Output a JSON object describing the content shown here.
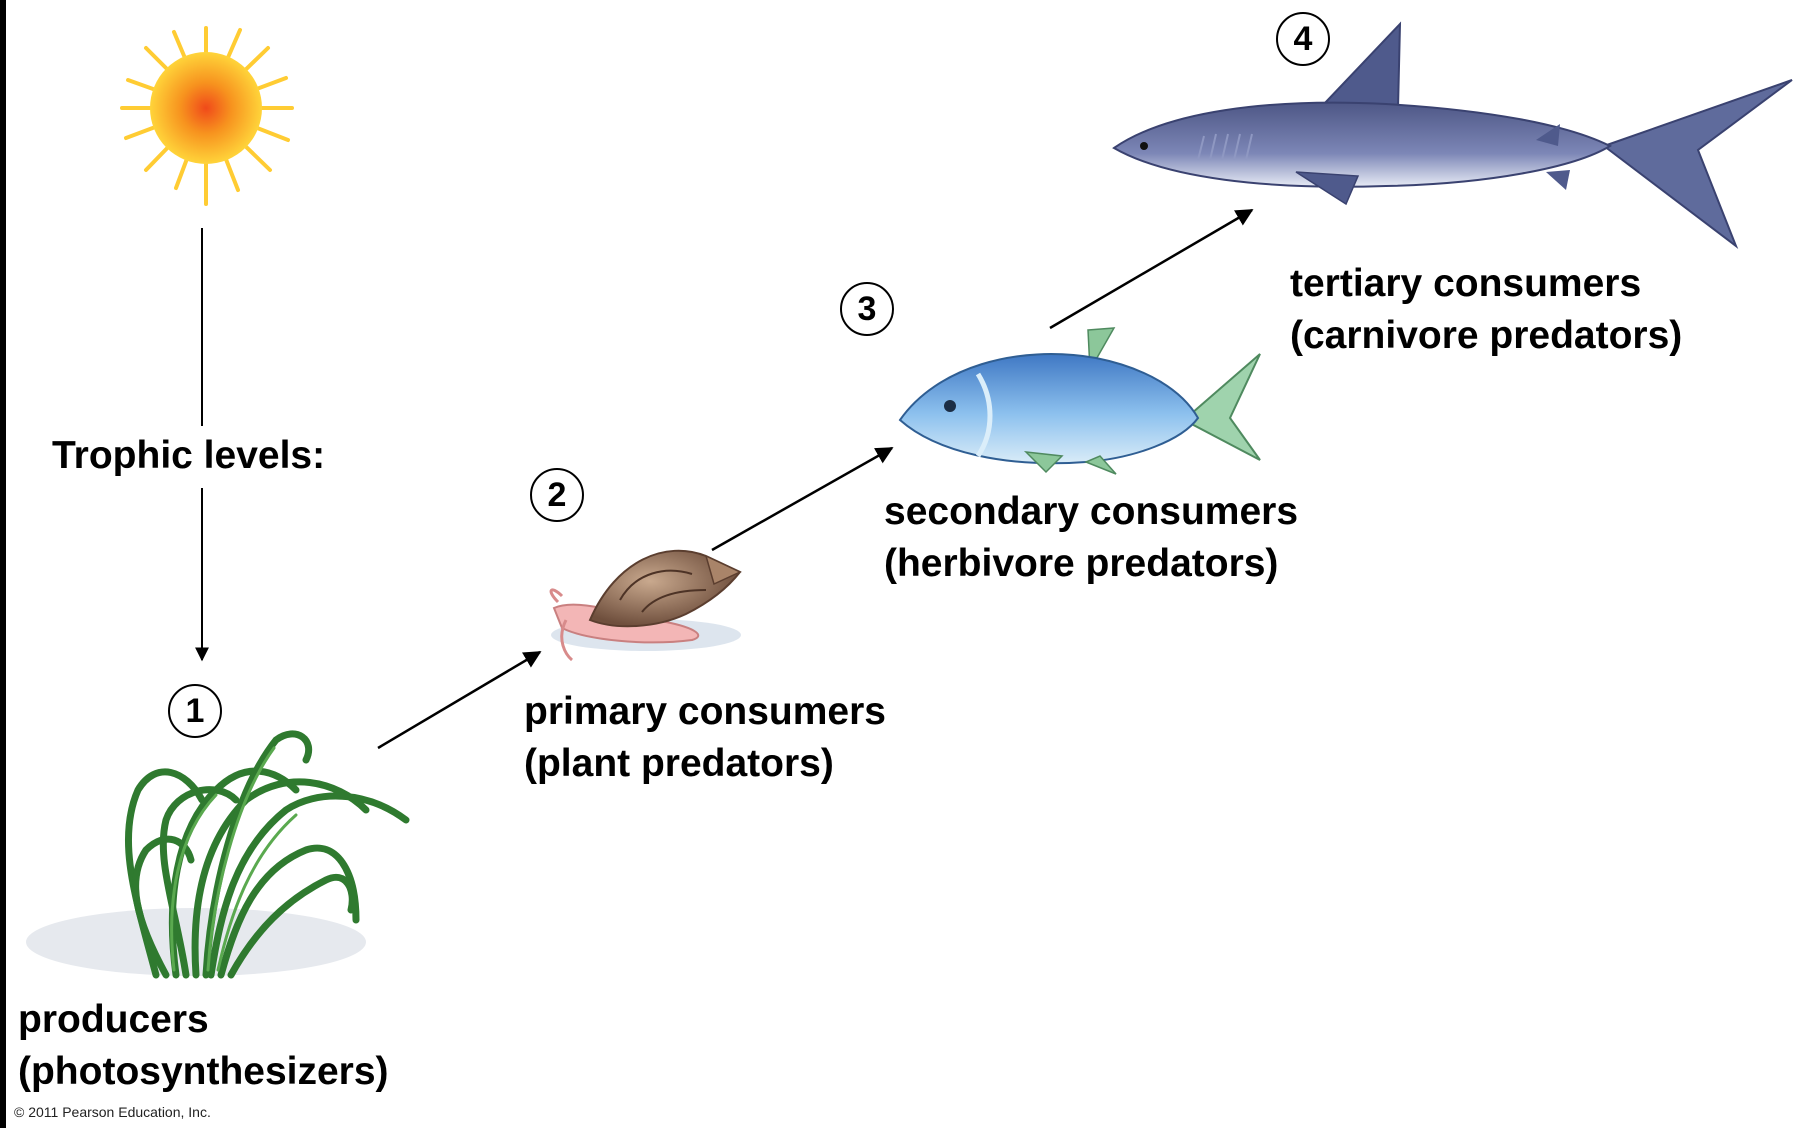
{
  "title": "Trophic levels:",
  "levels": [
    {
      "number": "1",
      "line1": "producers",
      "line2": "(photosynthesizers)",
      "organism": "seagrass"
    },
    {
      "number": "2",
      "line1": "primary consumers",
      "line2": "(plant predators)",
      "organism": "snail"
    },
    {
      "number": "3",
      "line1": "secondary consumers",
      "line2": "(herbivore predators)",
      "organism": "fish"
    },
    {
      "number": "4",
      "line1": "tertiary consumers",
      "line2": "(carnivore predators)",
      "organism": "shark"
    }
  ],
  "copyright": "© 2011 Pearson Education, Inc.",
  "colors": {
    "background": "#ffffff",
    "frame": "#000000",
    "sun": "#f7a21b",
    "plant": "#3a8a3a",
    "fish": "#6fa8dc",
    "shark": "#5f6b9c",
    "snail": "#8a6a55"
  }
}
